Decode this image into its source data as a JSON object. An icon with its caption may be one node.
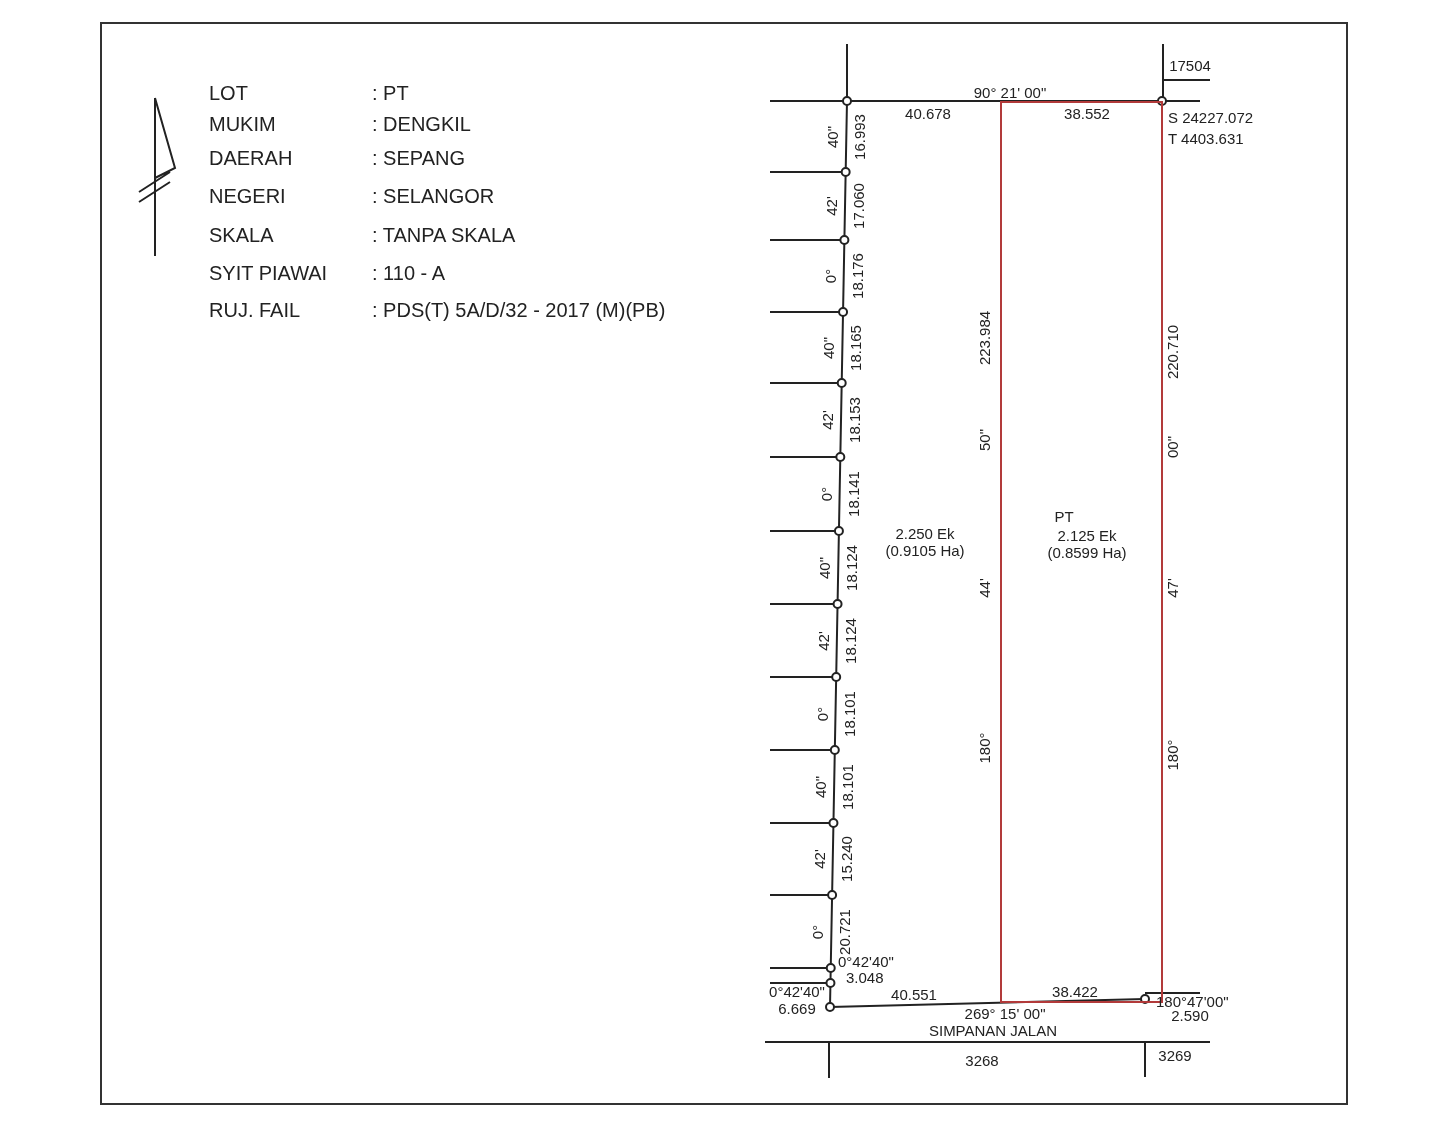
{
  "diagram": {
    "nodes": [
      {
        "text": [
          "2.250 Ek (0.9105 Ha)"
        ]
      },
      {
        "text": [
          "PT",
          "2.125 Ek (0.8599 Ha)"
        ],
        "in": 0
      }
    ],
    "labels": [
      "LOT",
      ": PT",
      "MUKIM",
      ": DENGKIL",
      "DAERAH",
      ": SEPANG",
      "NEGERI",
      ": SELANGOR",
      "SKALA",
      ": TANPA SKALA",
      "SYIT PIAWAI",
      ": 110 - A",
      "RUJ. FAIL",
      ": PDS(T) 5A/D/32 - 2017 (M)(PB)",
      "17504",
      "90° 21' 00\"",
      "40.678",
      "38.552",
      "S 24227.072",
      "T 4403.631",
      "16.993",
      "17.060",
      "18.176",
      "18.165",
      "18.153",
      "18.141",
      "18.124",
      "18.124",
      "18.101",
      "18.101",
      "15.240",
      "20.721",
      "40\"",
      "42'",
      "0°",
      "40\"",
      "42'",
      "0°",
      "40\"",
      "42'",
      "0°",
      "40\"",
      "42'",
      "0°",
      "223.984",
      "50\"",
      "44'",
      "180°",
      "220.710",
      "00\"",
      "47'",
      "180°",
      "0°42'40\"",
      "3.048",
      "0°42'40\"",
      "6.669",
      "40.551",
      "38.422",
      "269° 15' 00\"",
      "180°47'00\"",
      "2.590",
      "SIMPANAN JALAN",
      "3268",
      "3269"
    ]
  }
}
